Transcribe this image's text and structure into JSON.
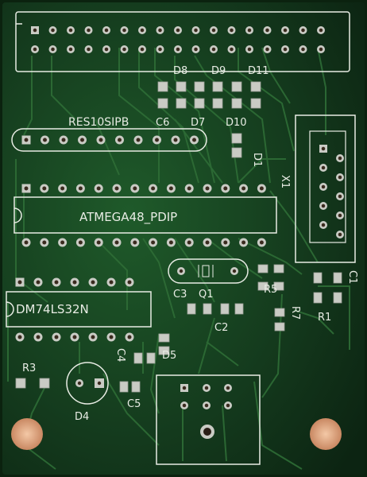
{
  "image": {
    "subject": "printed circuit board",
    "colors": {
      "board": "#143a1d",
      "board_edge": "#0b220f",
      "trace": "#2d6a35",
      "silkscreen": "#e8ece4",
      "copper_pad": "#c9cbc4",
      "drill_hole": "#3a2a1e",
      "mount_hole": "#e2a884"
    }
  },
  "silkscreen_labels": {
    "resistor_network": "RES10SIPB",
    "mcu": "ATMEGA48_PDIP",
    "logic_ic": "DM74LS32N",
    "connector": "X1",
    "c1": "C1",
    "c2": "C2",
    "c3": "C3",
    "c4": "C4",
    "c5": "C5",
    "c6": "C6",
    "d1": "D1",
    "d4": "D4",
    "d5": "D5",
    "d7": "D7",
    "d8": "D8",
    "d9": "D9",
    "d10": "D10",
    "d11": "D11",
    "q1": "Q1",
    "r1": "R1",
    "r3": "R3",
    "r5": "R5",
    "r7": "R7"
  }
}
